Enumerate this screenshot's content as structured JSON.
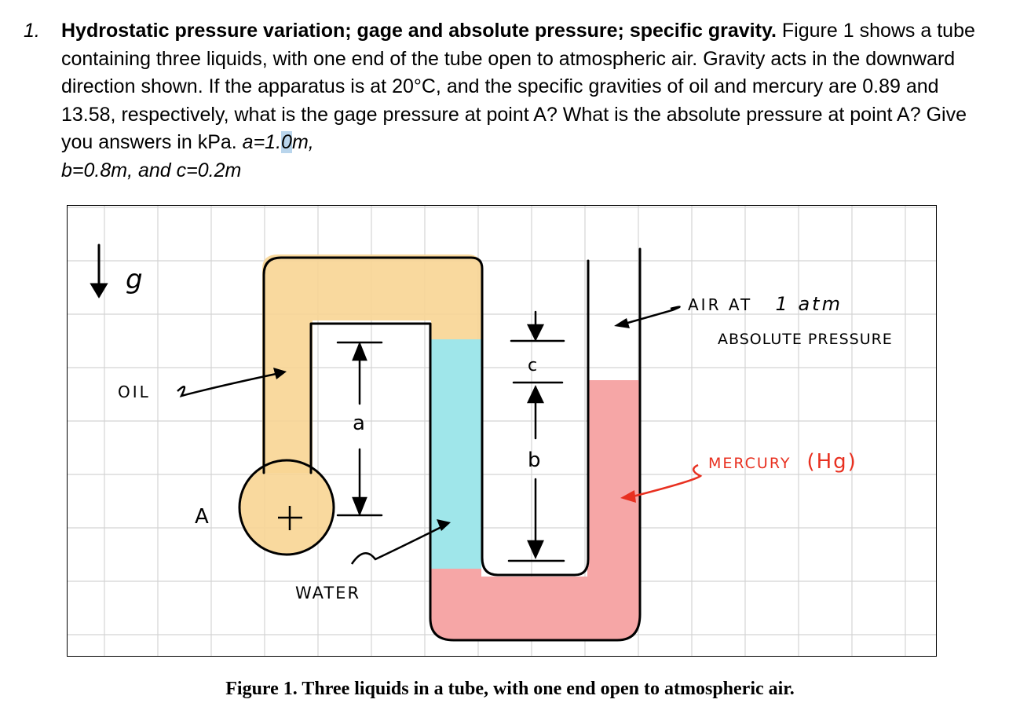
{
  "problem": {
    "number": "1.",
    "heading": "Hydrostatic pressure variation; gage and absolute pressure; specific gravity.",
    "text": "Figure 1 shows a tube containing three liquids, with one end of the tube open to atmospheric air. Gravity acts in the downward direction shown.  If the apparatus is at 20°C, and the specific gravities of oil and mercury are 0.89 and 13.58, respectively, what is the gage pressure at point A?  What is the absolute pressure at point A?  Give you answers in kPa.",
    "givens_prefix": "a=1.",
    "givens_highlight": "0",
    "givens_suffix": "m,",
    "givens_line2": "b=0.8m, and c=0.2m"
  },
  "figure": {
    "labels": {
      "gravity": "g",
      "oil": "OIL",
      "point": "A",
      "a": "a",
      "c": "c",
      "b": "b",
      "water": "WATER",
      "air_line1": "AIR AT",
      "air_atm": "1 atm",
      "air_line2": "ABSOLUTE PRESSURE",
      "mercury": "MERCURY",
      "mercury_symbol": "(Hg)"
    },
    "colors": {
      "oil": "#f8d594",
      "water": "#9fe6ea",
      "mercury": "#f6a6a6",
      "grid": "#d4d4d4",
      "red_ink": "#e83020"
    },
    "caption": "Figure 1.  Three liquids in a tube, with one end open to atmospheric air."
  }
}
